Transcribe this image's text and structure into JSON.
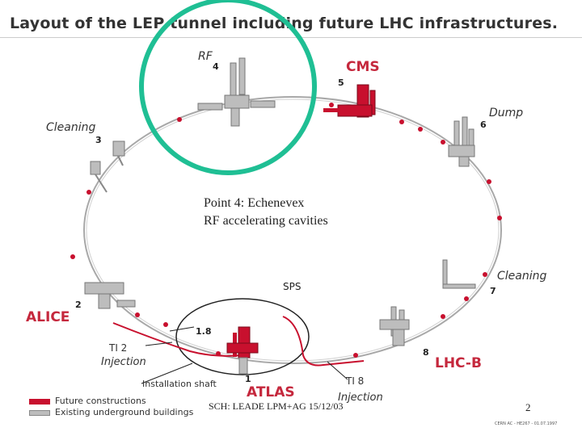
{
  "title": "Layout of the LEP tunnel including future LHC infrastructures.",
  "colors": {
    "new": "#c8102e",
    "existing": "#bdbdbd",
    "highlight": "#1fbf94",
    "text": "#333333"
  },
  "points": {
    "p1": {
      "name": "ATLAS",
      "number": "1"
    },
    "p18": {
      "number": "1.8"
    },
    "p2": {
      "name": "ALICE",
      "number": "2"
    },
    "p3": {
      "name": "Cleaning",
      "number": "3"
    },
    "p4": {
      "name": "RF",
      "number": "4"
    },
    "p5": {
      "name": "CMS",
      "number": "5"
    },
    "p6": {
      "name": "Dump",
      "number": "6"
    },
    "p7": {
      "name": "Cleaning",
      "number": "7"
    },
    "p8": {
      "name": "LHC-B",
      "number": "8"
    }
  },
  "sps": "SPS",
  "ti2": {
    "line1": "TI 2",
    "line2": "Injection"
  },
  "ti8": {
    "line1": "TI 8",
    "line2": "Injection"
  },
  "installation_shaft": "Installation shaft",
  "callout": {
    "line1": "Point 4: Echenevex",
    "line2": "RF accelerating cavities"
  },
  "legend": [
    {
      "label": "Future constructions",
      "color": "#c8102e"
    },
    {
      "label": "Existing underground buildings",
      "color": "#bdbdbd"
    }
  ],
  "footer": {
    "author": "SCH: LEADE  LPM+AG 15/12/03",
    "page": "2",
    "ref": "CERN AC - HE267 - 01.07.1997"
  }
}
